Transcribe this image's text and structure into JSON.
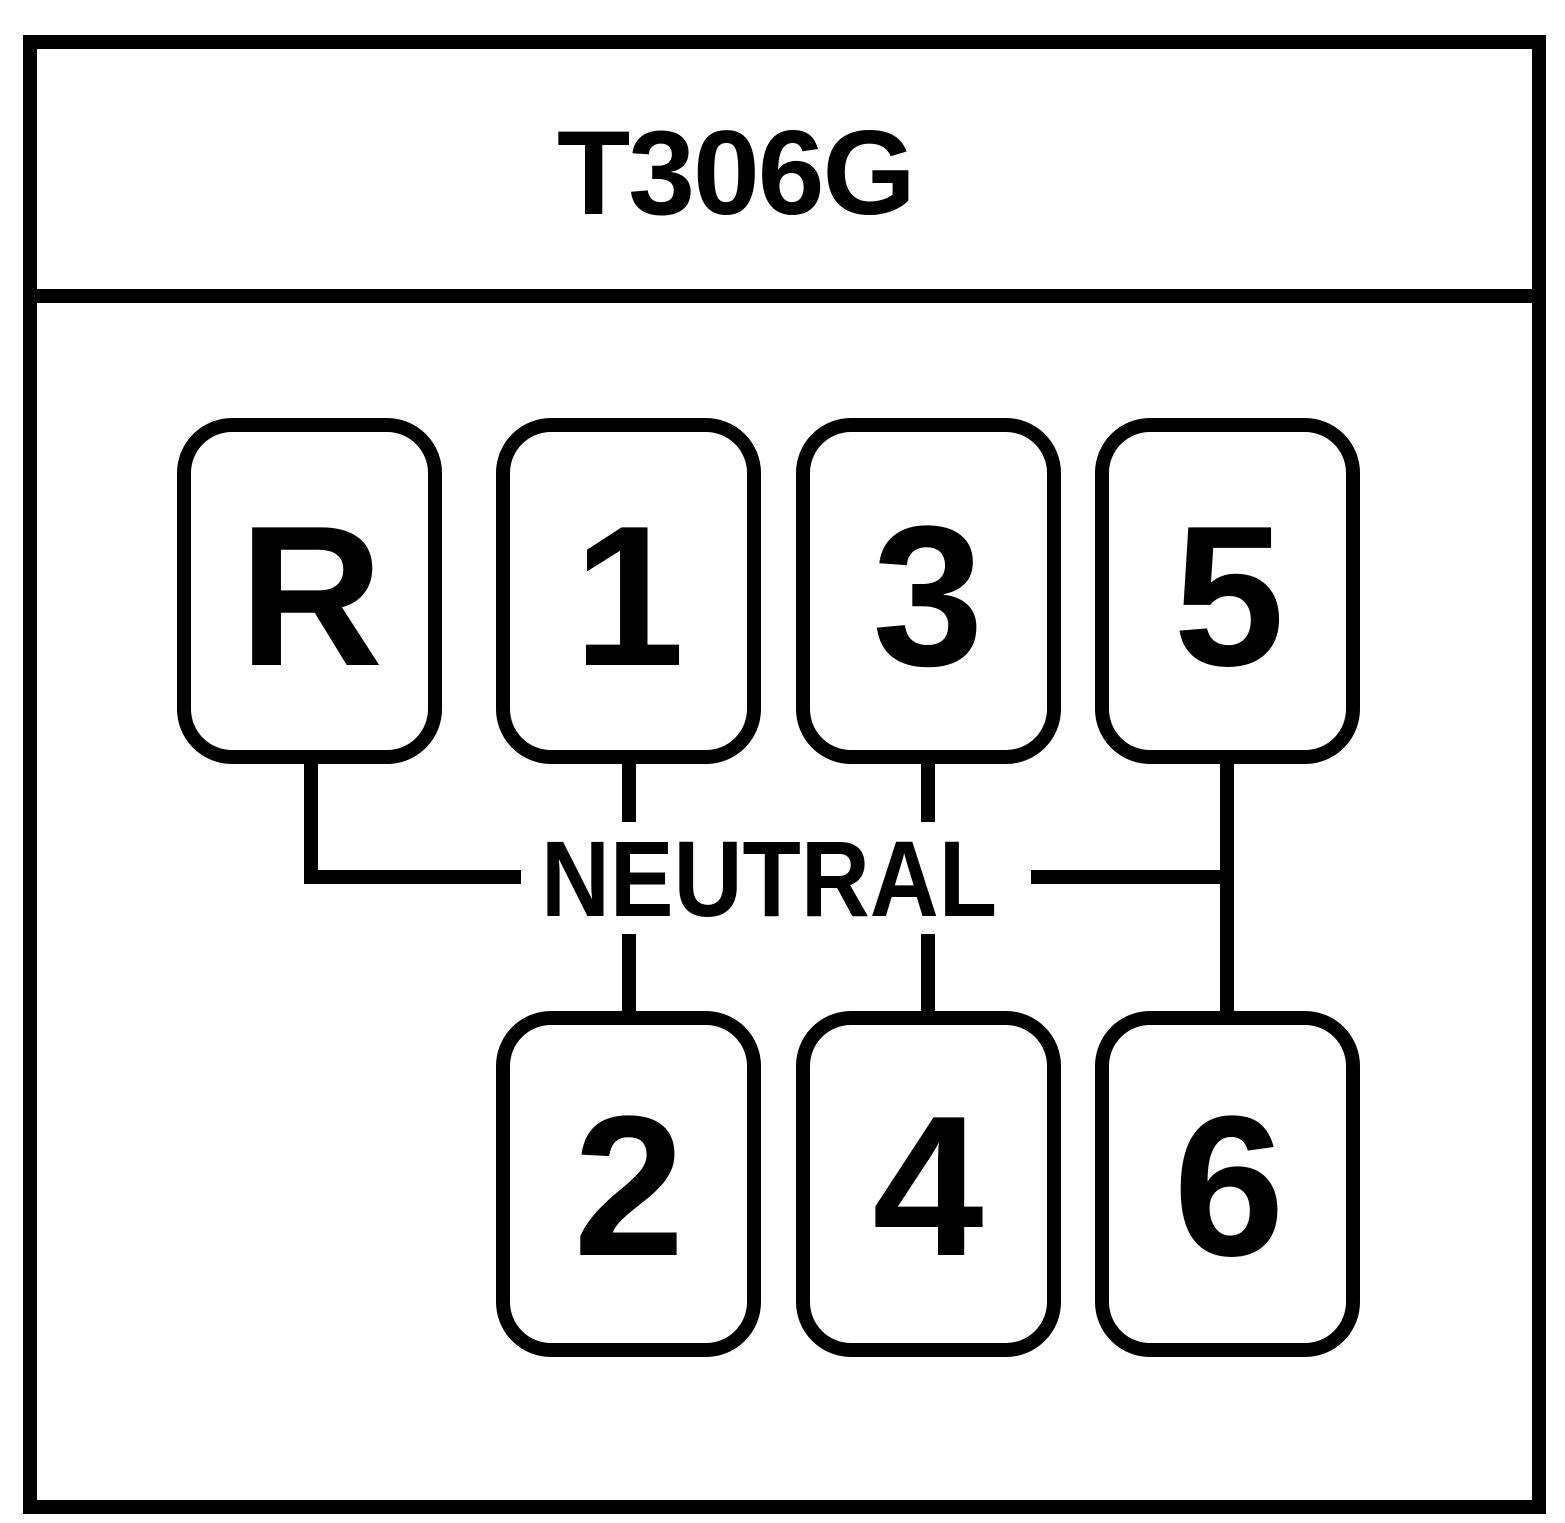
{
  "title": "T306G",
  "neutral_label": "NEUTRAL",
  "gears": {
    "top": [
      "R",
      "1",
      "3",
      "5"
    ],
    "bottom": [
      "2",
      "4",
      "6"
    ]
  },
  "colors": {
    "ink": "#000000",
    "background": "#ffffff"
  }
}
